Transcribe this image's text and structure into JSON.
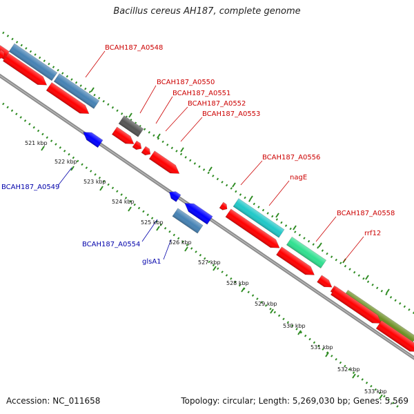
{
  "title": "Bacillus cereus AH187, complete genome",
  "accession": "Accession: NC_011658",
  "summary": "Topology: circular; Length: 5,269,030 bp; Genes: 5,569",
  "ticks": [
    "521 kbp",
    "522 kbp",
    "523 kbp",
    "524 kbp",
    "525 kbp",
    "526 kbp",
    "527 kbp",
    "528 kbp",
    "529 kbp",
    "530 kbp",
    "531 kbp",
    "532 kbp",
    "533 kbp"
  ],
  "gene_labels": {
    "a0548": "BCAH187_A0548",
    "a0549": "BCAH187_A0549",
    "a0550": "BCAH187_A0550",
    "a0551": "BCAH187_A0551",
    "a0552": "BCAH187_A0552",
    "a0553": "BCAH187_A0553",
    "a0554": "BCAH187_A0554",
    "a0556": "BCAH187_A0556",
    "a0558": "BCAH187_A0558",
    "nagE": "nagE",
    "glsA1": "glsA1",
    "rrf12": "rrf12"
  },
  "colors": {
    "backbone": "#8c8c8c",
    "cds": "#ff0000",
    "forward_gene": "#4682b4",
    "reverse_gene": "#0000ff",
    "pseudo": "#555555",
    "cyan_feature": "#20c8c8",
    "green_feature": "#30e090",
    "olive_feature": "#6b8e23",
    "dotted_track": "#2e8b22",
    "label_red": "#cc0000",
    "label_blue": "#0000aa"
  }
}
